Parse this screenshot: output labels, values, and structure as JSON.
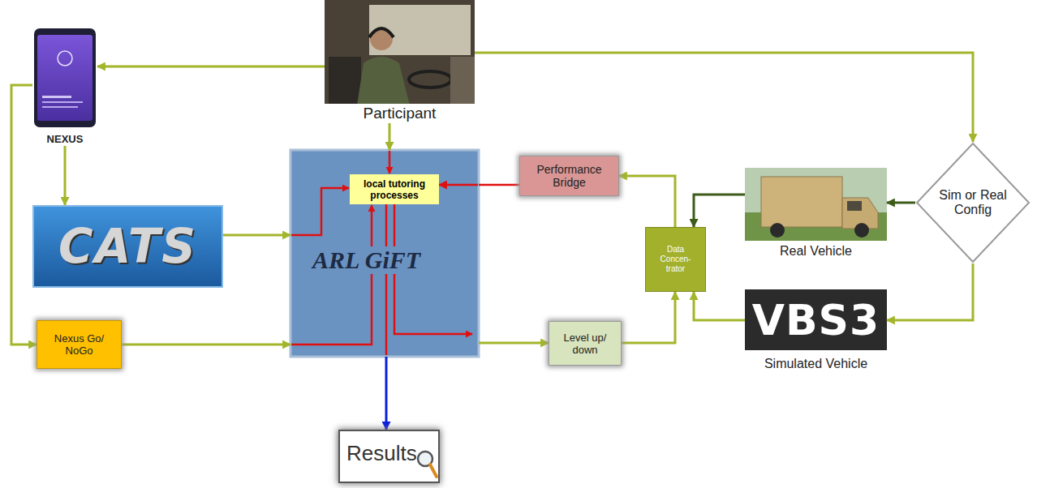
{
  "diagram": {
    "nodes": [
      {
        "text": [
          "NEXUS"
        ]
      },
      {
        "text": [
          "Participant"
        ]
      },
      {
        "text": [
          "CATS"
        ]
      },
      {
        "text": [
          "ARL GiFT"
        ]
      },
      {
        "text": [
          "local tutoring processes"
        ],
        "in": 3
      },
      {
        "text": [
          "Performance Bridge"
        ]
      },
      {
        "text": [
          "Real Vehicle"
        ]
      },
      {
        "text": [
          "Sim or Real Config"
        ]
      },
      {
        "text": [
          "Data Concen- trator"
        ]
      },
      {
        "text": [
          "Nexus Go/ NoGo"
        ]
      },
      {
        "text": [
          "Level up/ down"
        ]
      },
      {
        "text": [
          "VBS3",
          "Simulated Vehicle"
        ]
      },
      {
        "text": [
          "Results"
        ]
      }
    ],
    "edges": [
      {
        "from": 1,
        "to": 0,
        "arrow": "to"
      },
      {
        "from": 1,
        "to": 3,
        "arrow": "to"
      },
      {
        "from": 1,
        "to": 7,
        "arrow": "to"
      },
      {
        "from": 0,
        "to": 2,
        "arrow": "to"
      },
      {
        "from": 0,
        "to": 9,
        "arrow": "to"
      },
      {
        "from": 2,
        "to": 3,
        "arrow": "to"
      },
      {
        "from": 9,
        "to": 3,
        "arrow": "to"
      },
      {
        "from": 3,
        "to": 10,
        "arrow": "to"
      },
      {
        "from": 10,
        "to": 8,
        "arrow": "to"
      },
      {
        "from": 7,
        "to": 6,
        "arrow": "to"
      },
      {
        "from": 7,
        "to": 11,
        "arrow": "to"
      },
      {
        "from": 6,
        "to": 8,
        "arrow": "to"
      },
      {
        "from": 11,
        "to": 8,
        "arrow": "to"
      },
      {
        "from": 8,
        "to": 5,
        "arrow": "to"
      },
      {
        "from": 5,
        "to": 4,
        "arrow": "to"
      },
      {
        "from": 3,
        "to": 12,
        "arrow": "to"
      }
    ]
  }
}
